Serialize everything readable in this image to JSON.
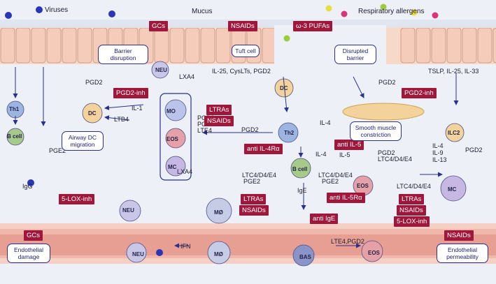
{
  "labels": {
    "viruses": "Viruses",
    "mucus": "Mucus",
    "respiratory_allergens": "Respiratory allergens",
    "lxa4_top": "LXA4",
    "il25_cyslts_pgd2": "IL-25, CysLTs, PGD2",
    "pgd2_top": "PGD2",
    "tslp_il25_il33": "TSLP, IL-25, IL-33",
    "pgd2_left": "PGD2",
    "il1": "IL-1",
    "ltb4": "LTB4",
    "pge2_left": "PGE2",
    "igg": "IgG",
    "mid_pgd2": "PGD2",
    "mid_pge2": "PGE2",
    "mid_lte4": "LTE4",
    "pgd2_arrow": "PGD2",
    "il4_loop": "IL-4",
    "il4_side": "IL-4",
    "ltc4_center": "LTC4/D4/E4",
    "pge2_center": "PGE2",
    "lxa4_mid": "LXA4",
    "ltc4_right": "LTC4/D4/E4",
    "pge2_right": "PGE2",
    "il5": "IL-5",
    "pgd2_eos": "PGD2",
    "ltc4_eos": "LTC4/D4/E4",
    "il4_9_13": "IL-4\nIL-9\nIL-13",
    "pgd2_ilc2": "PGD2",
    "ltc4_mc": "LTC4/D4/E4",
    "ige": "IgE",
    "ifn": "IFN",
    "lte4_pgd2_bottom": "LTE4,PGD2"
  },
  "drugs": {
    "gcs_top": "GCs",
    "nsaids_top": "NSAIDs",
    "omega3": "ω-3 PUFAs",
    "pgd2_inh_left": "PGD2-inh",
    "pgd2_inh_right": "PGD2-inh",
    "ltras_mid": "LTRAs",
    "nsaids_mid": "NSAIDs",
    "anti_il4ra": "anti IL-4Rα",
    "anti_il5": "anti IL-5",
    "five_lox_left": "5-LOX-inh",
    "ltras_center": "LTRAs",
    "nsaids_center": "NSAIDs",
    "anti_il5ra": "anti IL-5Rα",
    "anti_ige": "anti IgE",
    "ltras_right": "LTRAs",
    "nsaids_right": "NSAIDs",
    "five_lox_right": "5-LOX-inh",
    "gcs_bottom": "GCs",
    "nsaids_bottom": "NSAIDs"
  },
  "boxes": {
    "barrier_disruption": "Barrier disruption",
    "tuft_cell": "Tuft cell",
    "disrupted_barrier": "Disrupted barrier",
    "airway_dc_migration": "Airway DC migration",
    "smooth_muscle": "Smooth muscle constriction",
    "endothelial_damage": "Endothelial damage",
    "endothelial_permeability": "Endothelial permeability"
  },
  "cells": {
    "th1": "Th1",
    "b_cell_left": "B cell",
    "dc_left": "DC",
    "neu_top": "NEU",
    "mo": "MO",
    "eos_mid": "EOS",
    "mc_mid": "MC",
    "neu_left": "NEU",
    "mo_center": "MØ",
    "dc_center": "DC",
    "th2": "Th2",
    "b_cell_center": "B cell",
    "ilc2": "ILC2",
    "eos_right": "EOS",
    "mc_right": "MC",
    "neu_vessel": "NEU",
    "mo_vessel": "MØ",
    "bas": "BAS",
    "eos_vessel": "EOS"
  },
  "colors": {
    "drug_fill": "#a0173c",
    "box_border": "#2b2f8f",
    "vessel": "#f0b8ad",
    "epithelium": "#f7d9c9",
    "virus": "#2a36b8",
    "allergen_pink": "#d6377a",
    "allergen_green": "#9ccc3c",
    "allergen_yellow": "#e8de3c"
  }
}
